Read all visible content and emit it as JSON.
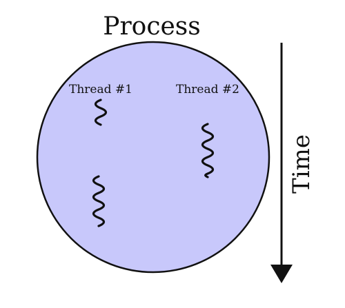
{
  "title": "Process",
  "threads": [
    {
      "label": "Thread #1"
    },
    {
      "label": "Thread #2"
    }
  ],
  "time_label": "Time",
  "colors": {
    "process_fill": "#c8c8fb",
    "stroke": "#111111",
    "background": "#ffffff"
  },
  "icons": {
    "thread_squiggle": "wavy-line",
    "time_arrow": "down-arrow"
  }
}
